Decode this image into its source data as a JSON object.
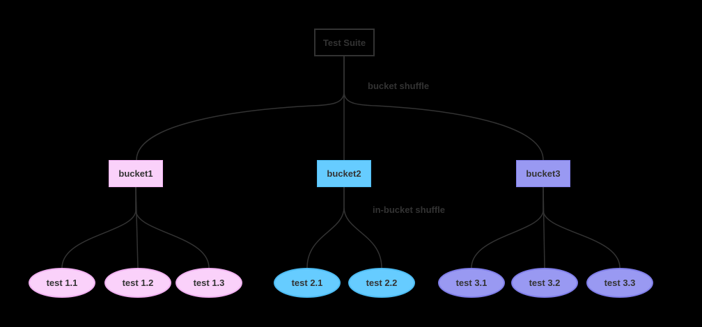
{
  "diagram": {
    "type": "flowchart-top-down",
    "background_color": "#000000",
    "edge_color": "#333333",
    "text_color": "#333333",
    "root_node": {
      "label": "Test Suite",
      "fill": "transparent",
      "stroke": "#333333"
    },
    "edge_labels": {
      "root_to_buckets": "bucket shuffle",
      "bucket_to_tests": "in-bucket shuffle"
    },
    "buckets": [
      {
        "label": "bucket1",
        "fill": "#fad1fa",
        "stroke": "#f0b0f0",
        "tests": [
          {
            "label": "test 1.1"
          },
          {
            "label": "test 1.2"
          },
          {
            "label": "test 1.3"
          }
        ]
      },
      {
        "label": "bucket2",
        "fill": "#66ccff",
        "stroke": "#4dbbf2",
        "tests": [
          {
            "label": "test 2.1"
          },
          {
            "label": "test 2.2"
          }
        ]
      },
      {
        "label": "bucket3",
        "fill": "#9999f2",
        "stroke": "#7f7de8",
        "tests": [
          {
            "label": "test 3.1"
          },
          {
            "label": "test 3.2"
          },
          {
            "label": "test 3.3"
          }
        ]
      }
    ]
  }
}
